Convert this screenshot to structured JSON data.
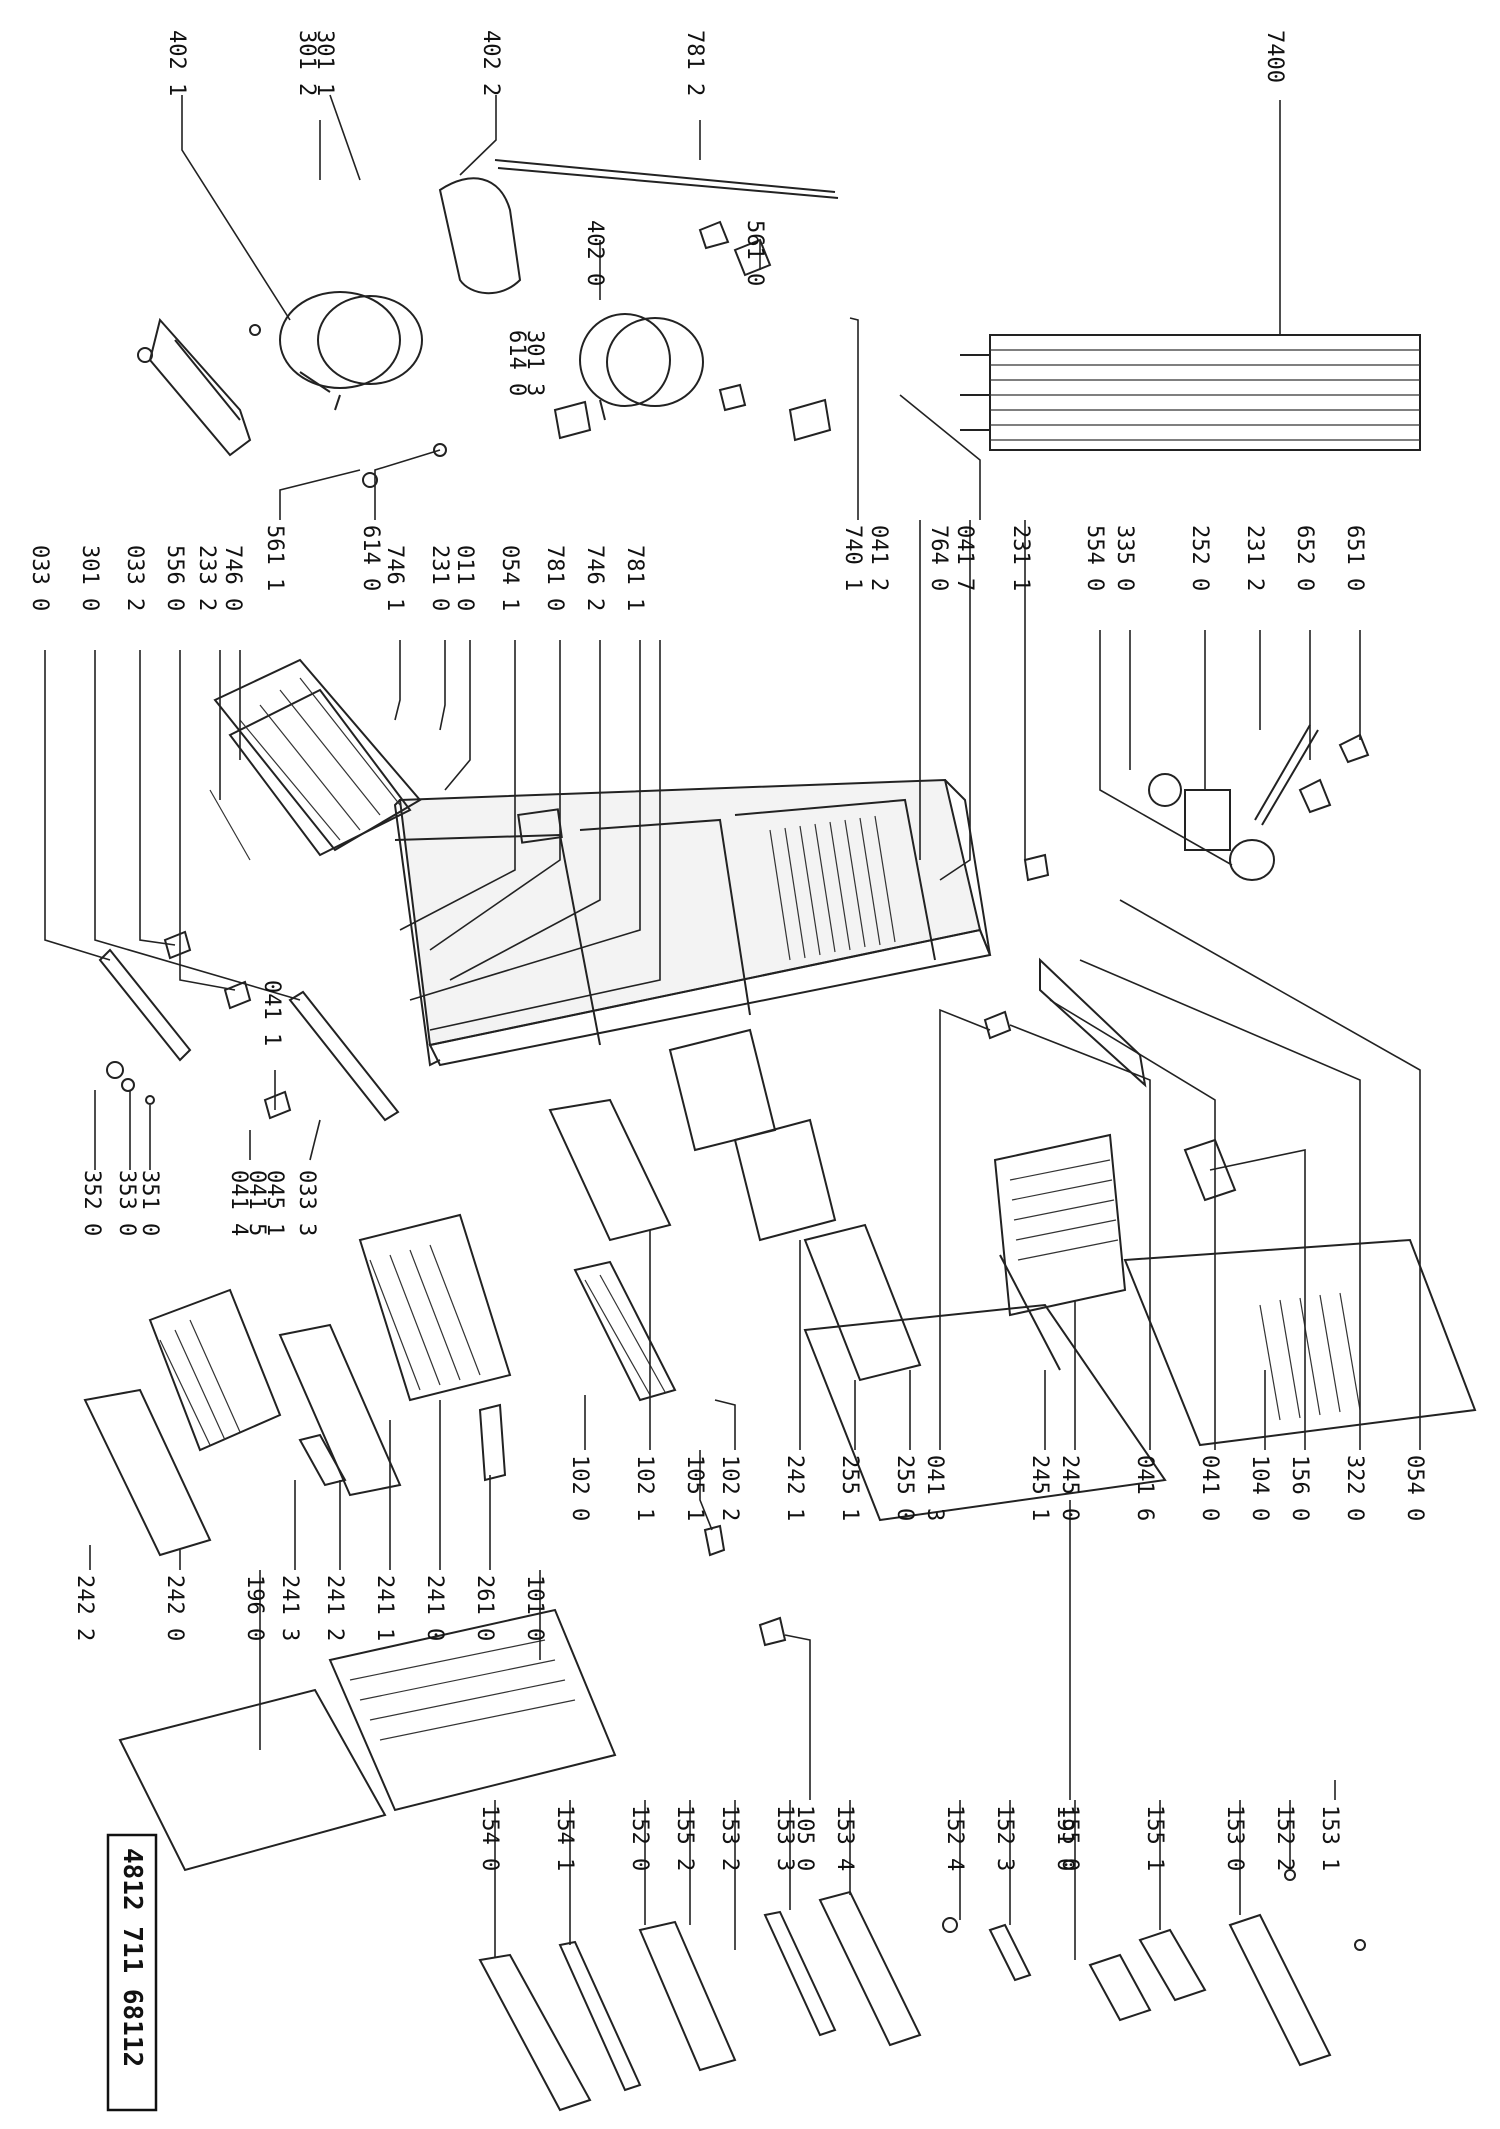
{
  "document_number": "4812 711 68112",
  "labels": {
    "l4021": "402 1",
    "l3011": "301 1",
    "l3012": "301 2",
    "l4022": "402 2",
    "l7812": "781 2",
    "l7400": "7400",
    "l4020": "402 0",
    "l5610": "561 0",
    "l3013": "301 3",
    "l6140": "614 0",
    "l5611": "561 1",
    "l6140b": "614 0",
    "l7401": "740 1",
    "l0412": "041 2",
    "l0417": "041 7",
    "l7640": "764 0",
    "l2311": "231 1",
    "l3350": "335 0",
    "l2520": "252 0",
    "l2312": "231 2",
    "l6520": "652 0",
    "l6510": "651 0",
    "l5540": "554 0",
    "l0330": "033 0",
    "l3010": "301 0",
    "l0332": "033 2",
    "l5560": "556 0",
    "l2332": "233 2",
    "l7460": "746 0",
    "l7461": "746 1",
    "l2310": "231 0",
    "l0110": "011 0",
    "l0541": "054 1",
    "l7810": "781 0",
    "l7462": "746 2",
    "l7811": "781 1",
    "l0411": "041 1",
    "l0333": "033 3",
    "l0451": "045 1",
    "l0415": "041 5",
    "l0414": "041 4",
    "l3510": "351 0",
    "l3530": "353 0",
    "l3520": "352 0",
    "l0540": "054 0",
    "l3220": "322 0",
    "l1560": "156 0",
    "l0410": "041 0",
    "l0416": "041 6",
    "l2450": "245 0",
    "l2451": "245 1",
    "l0413": "041 3",
    "l2550": "255 0",
    "l2551": "255 1",
    "l2421": "242 1",
    "l1022": "102 2",
    "l1051": "105 1",
    "l1021": "102 1",
    "l1020": "102 0",
    "l2422": "242 2",
    "l2420": "242 0",
    "l1960": "196 0",
    "l2413": "241 3",
    "l2412": "241 2",
    "l2411": "241 1",
    "l2410": "241 0",
    "l2610": "261 0",
    "l1010": "101 0",
    "l1040": "104 0",
    "l1910": "191 0",
    "l1050": "105 0",
    "l1531": "153 1",
    "l1522": "152 2",
    "l1530": "153 0",
    "l1551": "155 1",
    "l1550": "155 0",
    "l1523": "152 3",
    "l1524": "152 4",
    "l1534": "153 4",
    "l1533": "153 3",
    "l1532": "153 2",
    "l1552": "155 2",
    "l1520": "152 0",
    "l1541": "154 1",
    "l1540": "154 0"
  }
}
